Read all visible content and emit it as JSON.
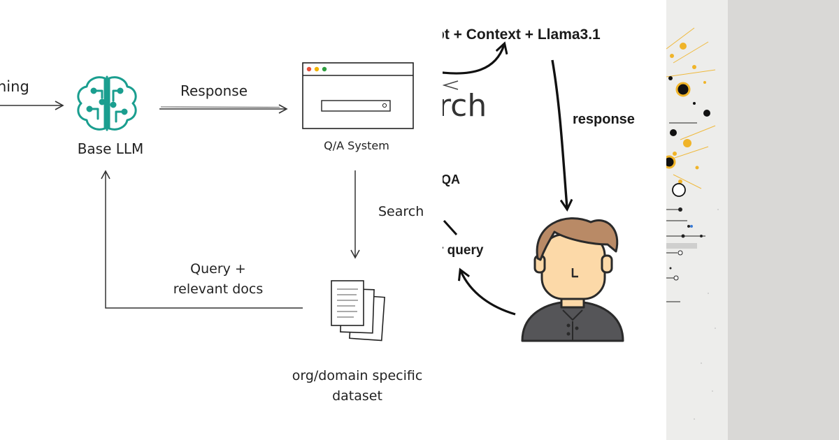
{
  "left_diagram": {
    "training_fragment": "ning",
    "base_llm_label": "Base LLM",
    "response_label": "Response",
    "qa_system_label": "Q/A System",
    "search_label": "Search",
    "query_docs_line1": "Query +",
    "query_docs_line2": "relevant docs",
    "dataset_line1": "org/domain specific",
    "dataset_line2": "dataset"
  },
  "right_diagram": {
    "top_label": "pt + Context + Llama3.1",
    "search_fragment": "rch",
    "response_label": "response",
    "qa_fragment": "QA",
    "query_fragment": "r query"
  },
  "colors": {
    "llm_teal": "#1a9e8f",
    "person_hair": "#b98a66",
    "person_skin": "#fcd9a8",
    "person_shirt": "#555558",
    "accent_yellow": "#f0b429"
  },
  "icons": [
    "brain-circuit-icon",
    "browser-window-icon",
    "documents-icon",
    "person-icon",
    "abstract-dots-art"
  ]
}
